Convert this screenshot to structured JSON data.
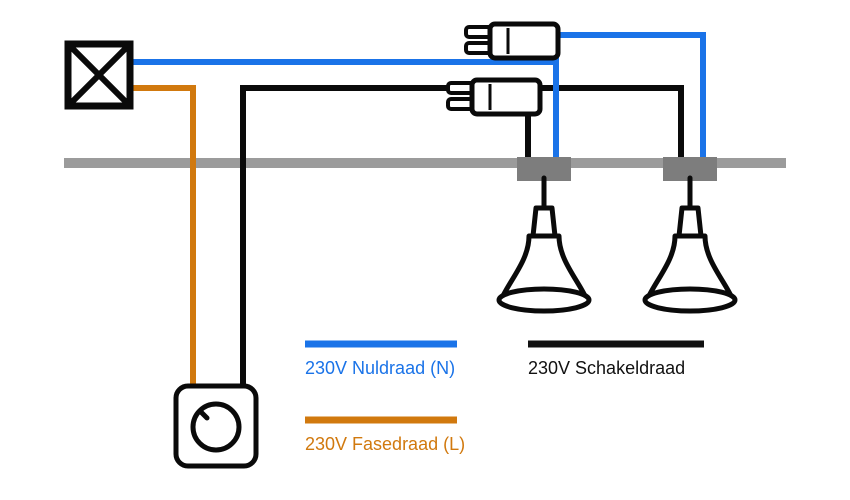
{
  "legend": [
    {
      "id": "nuldraad",
      "label": "230V Nuldraad (N)",
      "color": "#1a73e8"
    },
    {
      "id": "fasedraad",
      "label": "230V Fasedraad (L)",
      "color": "#d1790e"
    },
    {
      "id": "schakeldraad",
      "label": "230V Schakeldraad",
      "color": "#111111"
    }
  ],
  "colors": {
    "neutral_wire": "#1a73e8",
    "phase_wire": "#d1790e",
    "switch_wire": "#0a0a0a",
    "ceiling_rail": "#9b9b9b",
    "lamp_mount": "#7d7d7d",
    "outline": "#0a0a0a",
    "background": "#ffffff"
  },
  "icons": {
    "junction_box": "box-with-x",
    "wire_connector": "lever-wire-connector",
    "lamp": "pendant-spotlight",
    "dimmer": "rotary-dimmer-switch",
    "ceiling_rail": "ceiling-rail"
  }
}
